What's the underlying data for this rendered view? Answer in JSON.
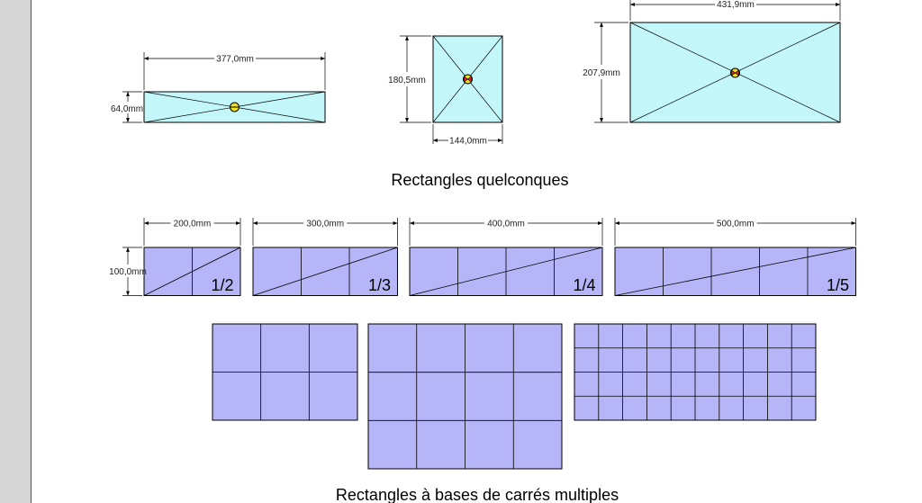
{
  "colors": {
    "cyan_fill": "#c4f7fa",
    "lavender_fill": "#b5b5f8",
    "outline": "#000000",
    "margin_gray": "#d7d7d7",
    "marker_yellow": "#f2e21b",
    "marker_red": "#e02020"
  },
  "section1": {
    "title": "Rectangles quelconques",
    "rect1": {
      "width_label": "377,0mm",
      "height_label": "64,0mm"
    },
    "rect2": {
      "width_label": "144,0mm",
      "height_label": "180,5mm"
    },
    "rect3": {
      "width_label": "431,9mm",
      "height_label": "207,9mm"
    }
  },
  "section2": {
    "height_label": "100,0mm",
    "items": [
      {
        "width_label": "200,0mm",
        "fraction": "1/2",
        "squares": 2
      },
      {
        "width_label": "300,0mm",
        "fraction": "1/3",
        "squares": 3
      },
      {
        "width_label": "400,0mm",
        "fraction": "1/4",
        "squares": 4
      },
      {
        "width_label": "500,0mm",
        "fraction": "1/5",
        "squares": 5
      }
    ]
  },
  "section3": {
    "title": "Rectangles à bases de carrés multiples",
    "grids": [
      {
        "cols": 3,
        "rows": 2
      },
      {
        "cols": 4,
        "rows": 3
      },
      {
        "cols": 10,
        "rows": 4
      }
    ]
  }
}
